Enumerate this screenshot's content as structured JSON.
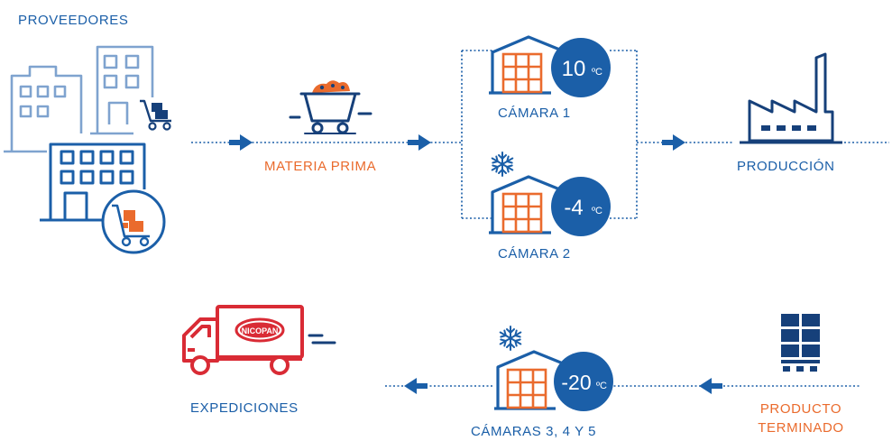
{
  "suppliers": {
    "label": "PROVEEDORES"
  },
  "raw_material": {
    "label": "MATERIA PRIMA"
  },
  "chamber1": {
    "label": "CÁMARA 1",
    "temp": "10",
    "unit": "ºC"
  },
  "chamber2": {
    "label": "CÁMARA 2",
    "temp": "-4",
    "unit": "ºC"
  },
  "production": {
    "label": "PRODUCCIÓN"
  },
  "finished_product": {
    "line1": "PRODUCTO",
    "line2": "TERMINADO"
  },
  "chambers345": {
    "label": "CÁMARAS 3, 4 Y 5",
    "temp": "-20",
    "unit": "ºC"
  },
  "shipping": {
    "label": "EXPEDICIONES"
  },
  "truck": {
    "logo_text": "NICOPAN"
  },
  "colors": {
    "blue": "#1b5fa8",
    "light_blue": "#7fa3cf",
    "orange": "#ea6b2d",
    "red": "#d92b35",
    "navy": "#16407a"
  },
  "icons": [
    "buildings-icon",
    "hand-truck-icon",
    "mine-cart-icon",
    "warehouse-icon",
    "temperature-badge",
    "snowflake-icon",
    "factory-icon",
    "pallet-boxes-icon",
    "delivery-truck-icon",
    "arrow-icon"
  ]
}
